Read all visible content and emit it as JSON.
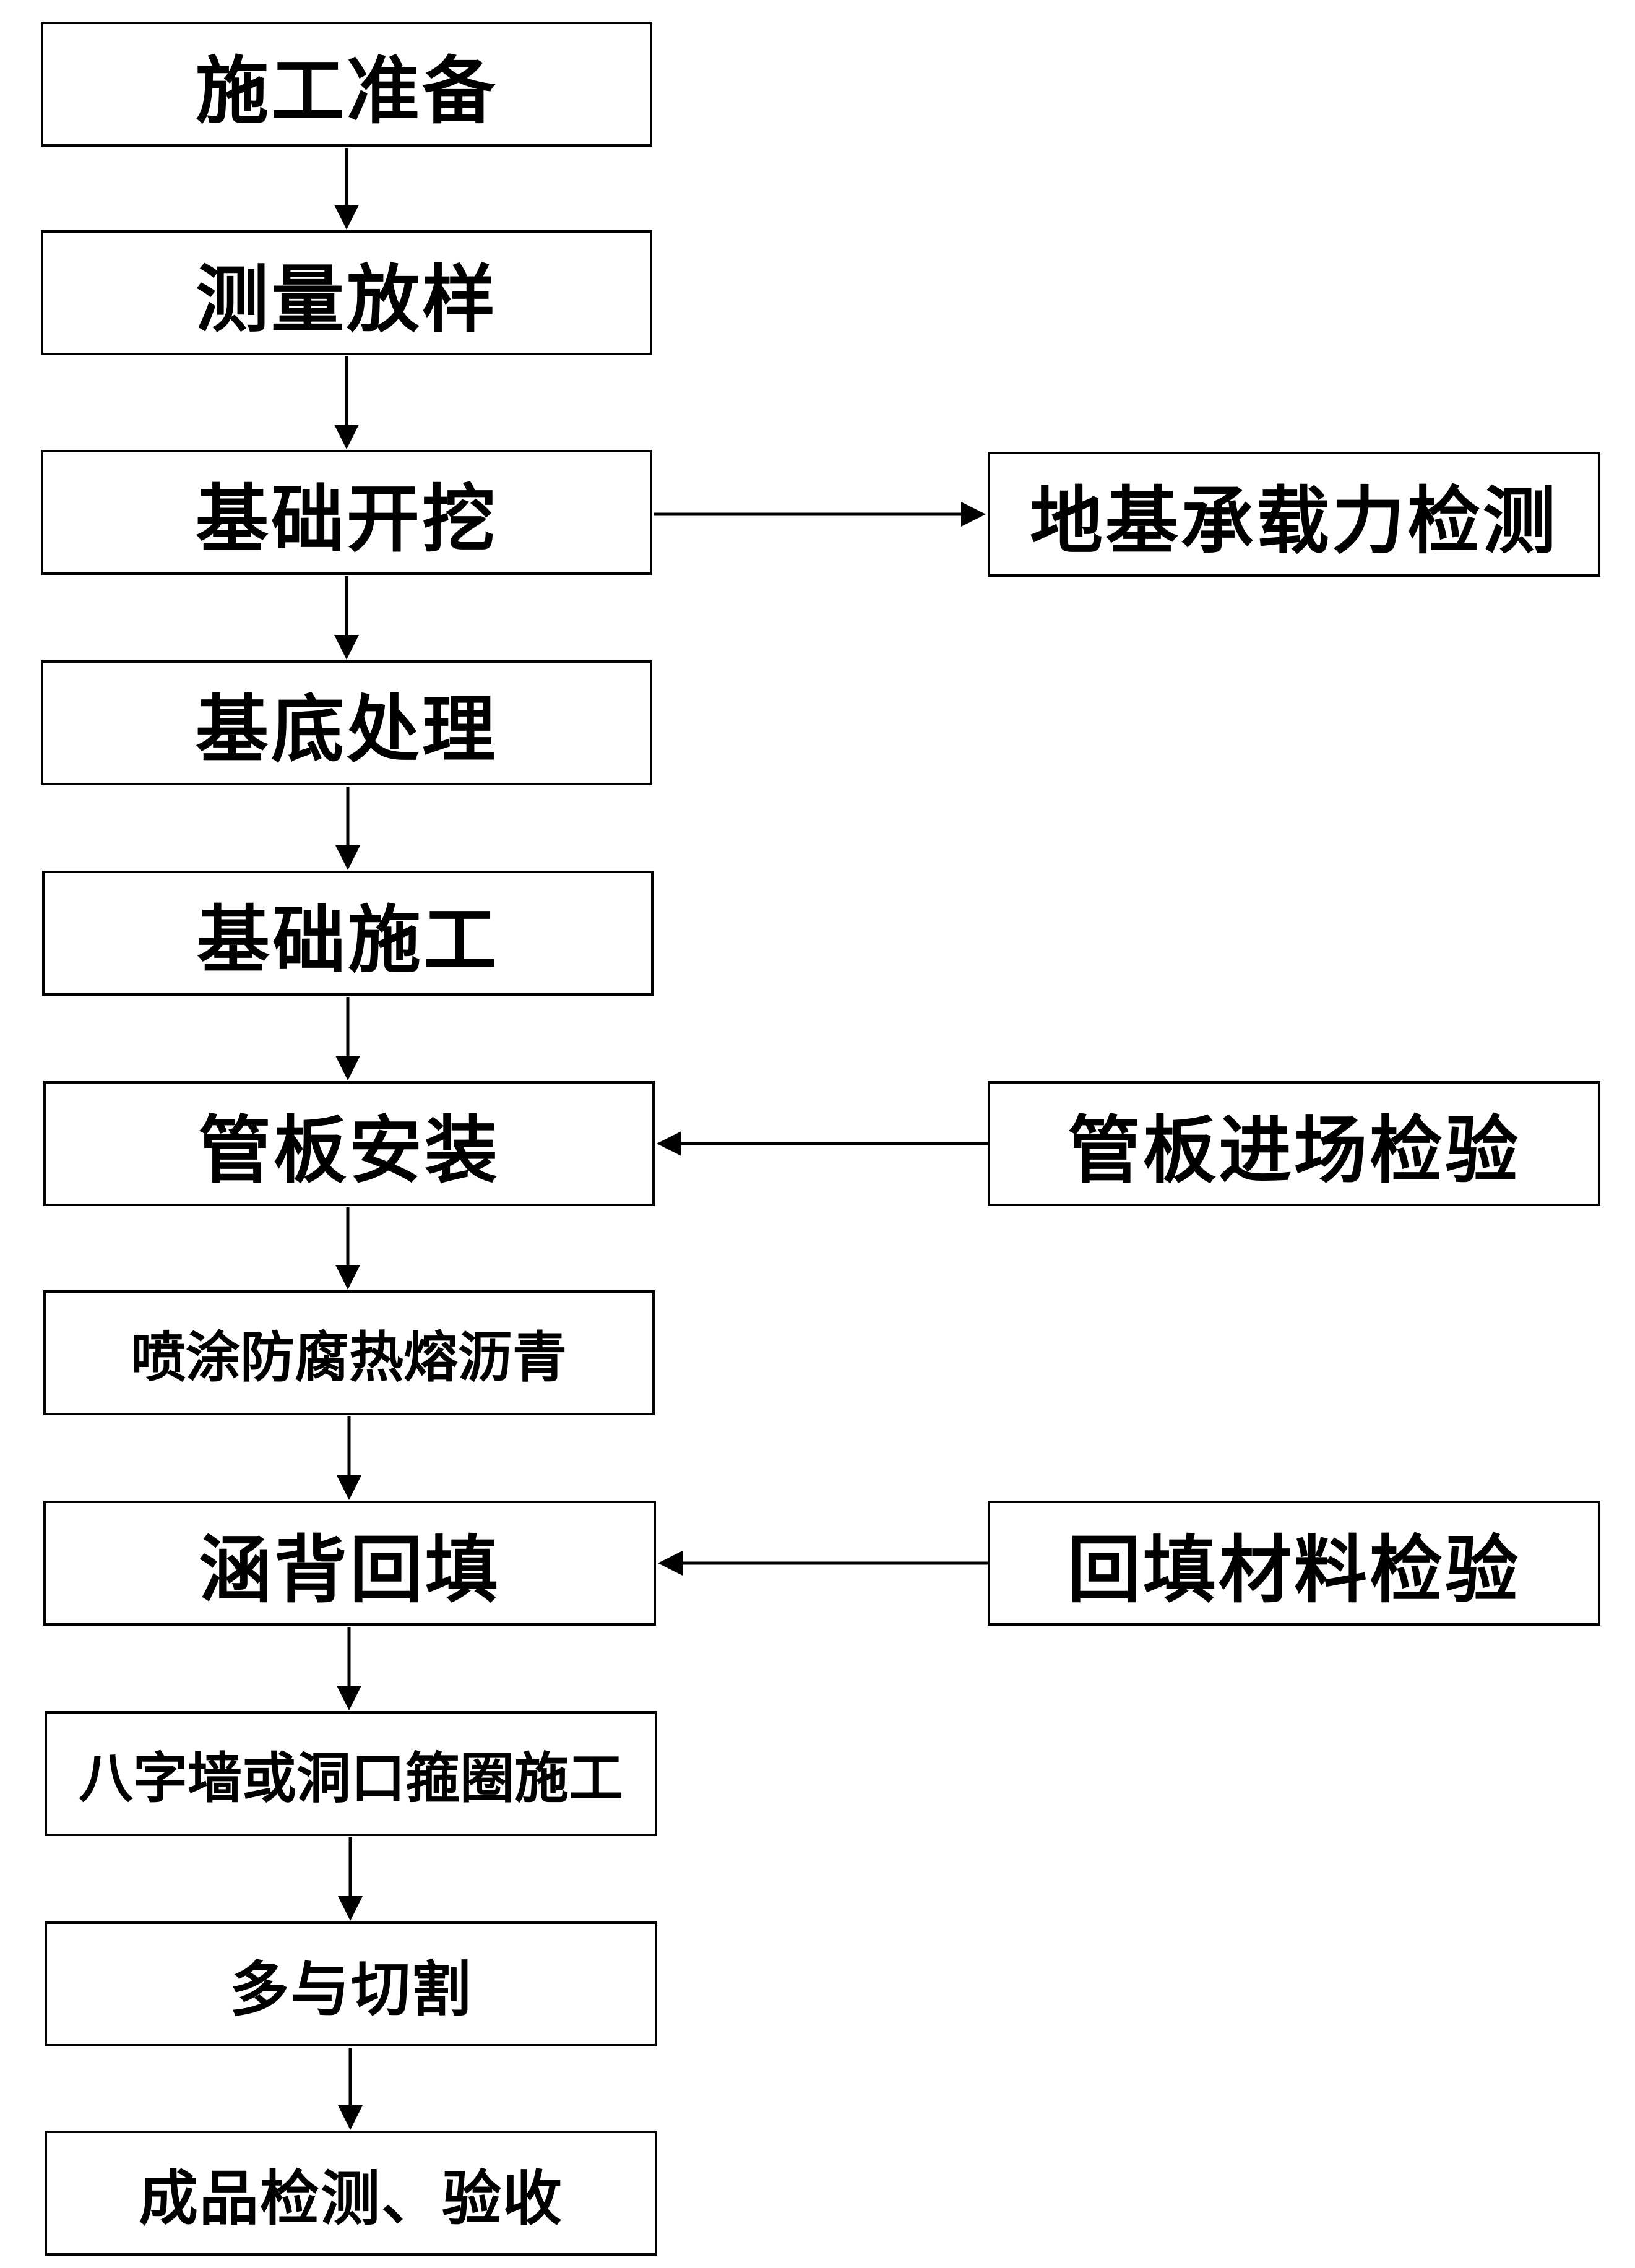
{
  "flowchart": {
    "main_steps": [
      "施工准备",
      "测量放样",
      "基础开挖",
      "基底处理",
      "基础施工",
      "管板安装",
      "喷涂防腐热熔沥青",
      "涵背回填",
      "八字墙或洞口箍圈施工",
      "多与切割",
      "成品检测、验收"
    ],
    "side_steps": {
      "bearing_test": "地基承载力检测",
      "pipe_inspection": "管板进场检验",
      "backfill_inspection": "回填材料检验"
    }
  },
  "colors": {
    "stroke": "#000000",
    "background": "#ffffff"
  }
}
